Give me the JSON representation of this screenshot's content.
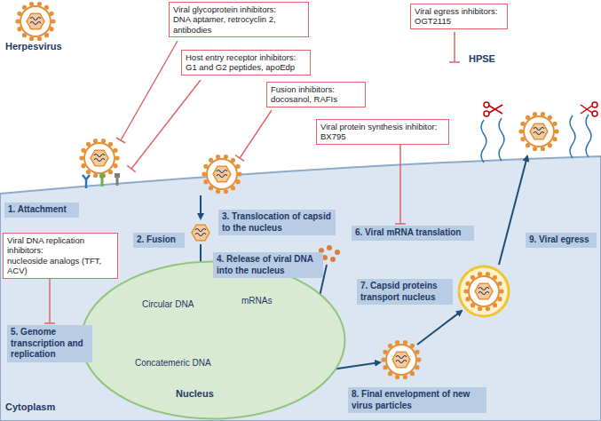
{
  "diagram": {
    "nodes": [
      {
        "text": [
          "Viral glycoprotein inhibitors:",
          "DNA aptamer, retrocyclin 2, antibodies"
        ]
      },
      {
        "text": [
          "Viral egress inhibitors:",
          "OGT2115"
        ]
      },
      {
        "text": [
          "Host entry receptor inhibitors:",
          "G1 and G2 peptides, apoEdp"
        ]
      },
      {
        "text": [
          "Fusion inhibitors:",
          "docosanol, RAFIs"
        ]
      },
      {
        "text": [
          "Viral protein synthesis inhibitor:",
          "BX795"
        ]
      },
      {
        "text": [
          "1. Attachment"
        ]
      },
      {
        "text": [
          "3. Translocation of capsid to the nucleus"
        ]
      },
      {
        "text": [
          "6. Viral mRNA translation"
        ]
      },
      {
        "text": [
          "2. Fusion"
        ]
      },
      {
        "text": [
          "Viral DNA replication inhibitors:",
          "nucleoside analogs (TFT, ACV)"
        ]
      },
      {
        "text": [
          "9. Viral egress"
        ]
      },
      {
        "text": [
          "Nucleus"
        ]
      },
      {
        "text": [
          "4. Release of viral DNA into the nucleus"
        ]
      },
      {
        "text": [
          "7. Capsid proteins transport nucleus"
        ]
      },
      {
        "text": [
          "5. Genome transcription and replication"
        ]
      },
      {
        "text": [
          "8. Final envelopment of new virus particles"
        ]
      }
    ],
    "edges": [
      {
        "from": 9,
        "to": 14,
        "arrow": "none"
      },
      {
        "from": 4,
        "to": 7,
        "arrow": "none"
      }
    ],
    "labels": [
      "Herpesvirus",
      "HPSE",
      "Circular DNA",
      "mRNAs",
      "Concatemeric DNA",
      "Cytoplasm"
    ]
  }
}
